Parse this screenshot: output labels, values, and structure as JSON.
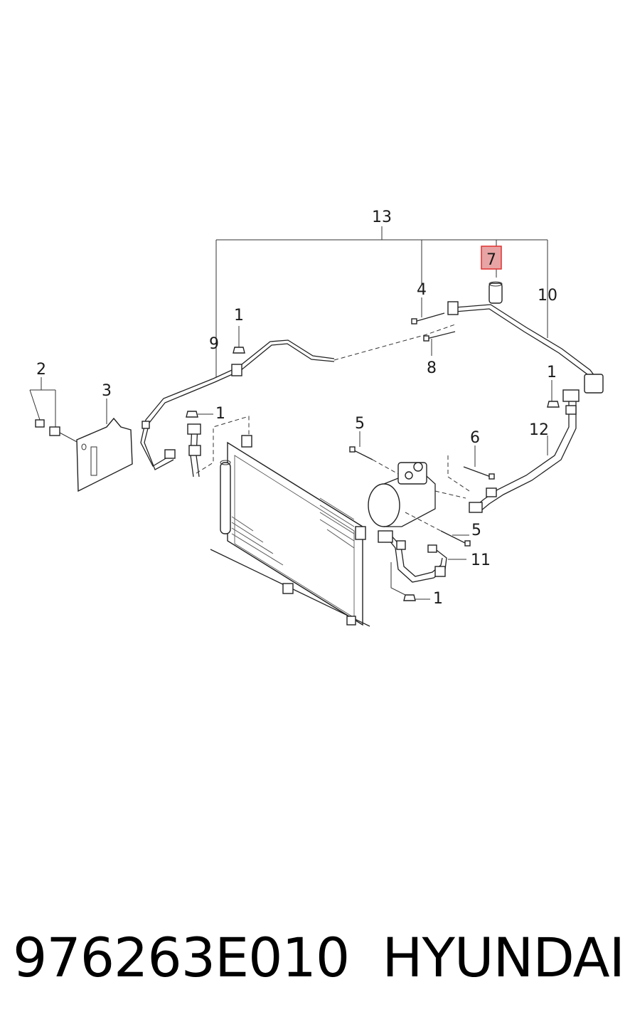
{
  "caption": {
    "part_number": "976263E010",
    "brand": "HYUNDAI"
  },
  "callouts": {
    "c13": "13",
    "c7": "7",
    "c4": "4",
    "c10": "10",
    "c1a": "1",
    "c9": "9",
    "c8": "8",
    "c1b": "1",
    "c2": "2",
    "c3": "3",
    "c1c": "1",
    "c5a": "5",
    "c6": "6",
    "c12": "12",
    "c5b": "5",
    "c11": "11",
    "c1d": "1"
  },
  "highlight_color": "#e8a4a4",
  "highlight_border": "#e03030"
}
